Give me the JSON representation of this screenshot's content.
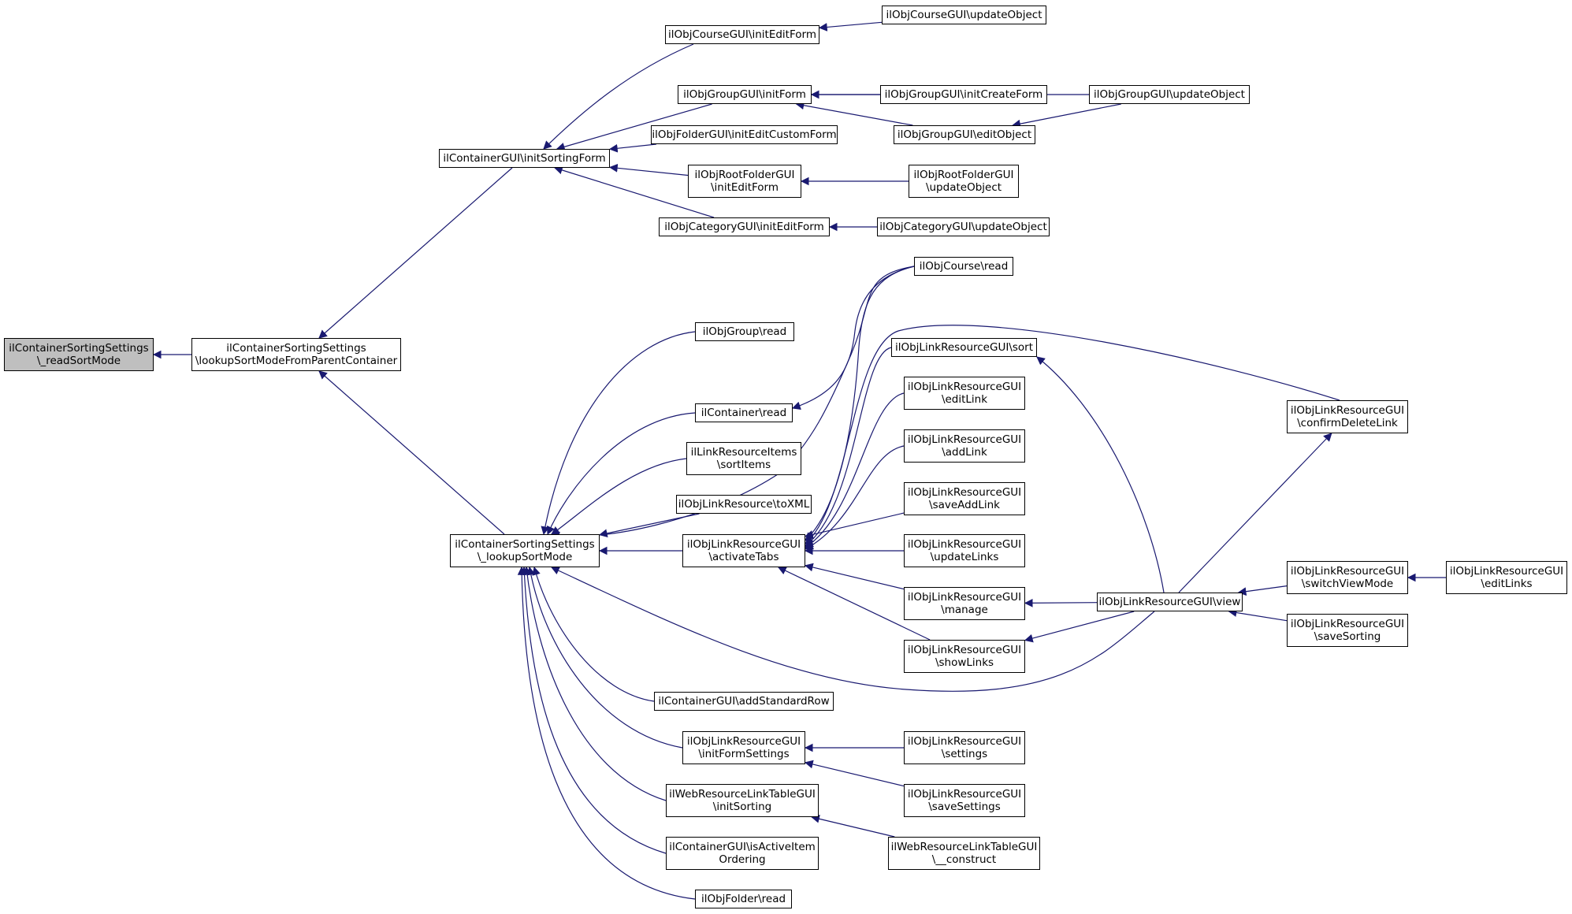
{
  "diagram": {
    "nodes": [
      {
        "id": "n_readsort",
        "lines": [
          "ilContainerSortingSettings",
          "\\_readSortMode"
        ],
        "current": true
      },
      {
        "id": "n_lookupparent",
        "lines": [
          "ilContainerSortingSettings",
          "\\lookupSortModeFromParentContainer"
        ]
      },
      {
        "id": "n_initsorting",
        "lines": [
          "ilContainerGUI\\initSortingForm"
        ]
      },
      {
        "id": "n_lookupsort",
        "lines": [
          "ilContainerSortingSettings",
          "\\_lookupSortMode"
        ]
      },
      {
        "id": "n_course_initedit",
        "lines": [
          "ilObjCourseGUI\\initEditForm"
        ]
      },
      {
        "id": "n_course_update",
        "lines": [
          "ilObjCourseGUI\\updateObject"
        ]
      },
      {
        "id": "n_group_initform",
        "lines": [
          "ilObjGroupGUI\\initForm"
        ]
      },
      {
        "id": "n_group_create",
        "lines": [
          "ilObjGroupGUI\\initCreateForm"
        ]
      },
      {
        "id": "n_group_update",
        "lines": [
          "ilObjGroupGUI\\updateObject"
        ]
      },
      {
        "id": "n_folder_custom",
        "lines": [
          "ilObjFolderGUI\\initEditCustomForm"
        ]
      },
      {
        "id": "n_group_edit",
        "lines": [
          "ilObjGroupGUI\\editObject"
        ]
      },
      {
        "id": "n_rootfolder_initedit",
        "lines": [
          "ilObjRootFolderGUI",
          "\\initEditForm"
        ]
      },
      {
        "id": "n_rootfolder_update",
        "lines": [
          "ilObjRootFolderGUI",
          "\\updateObject"
        ]
      },
      {
        "id": "n_category_initedit",
        "lines": [
          "ilObjCategoryGUI\\initEditForm"
        ]
      },
      {
        "id": "n_category_update",
        "lines": [
          "ilObjCategoryGUI\\updateObject"
        ]
      },
      {
        "id": "n_course_read",
        "lines": [
          "ilObjCourse\\read"
        ]
      },
      {
        "id": "n_group_read",
        "lines": [
          "ilObjGroup\\read"
        ]
      },
      {
        "id": "n_container_read",
        "lines": [
          "ilContainer\\read"
        ]
      },
      {
        "id": "n_lri_sortitems",
        "lines": [
          "ilLinkResourceItems",
          "\\sortItems"
        ]
      },
      {
        "id": "n_lr_toxml",
        "lines": [
          "ilObjLinkResource\\toXML"
        ]
      },
      {
        "id": "n_lrgui_activatetabs",
        "lines": [
          "ilObjLinkResourceGUI",
          "\\activateTabs"
        ]
      },
      {
        "id": "n_lrgui_sort",
        "lines": [
          "ilObjLinkResourceGUI\\sort"
        ]
      },
      {
        "id": "n_lrgui_editlink",
        "lines": [
          "ilObjLinkResourceGUI",
          "\\editLink"
        ]
      },
      {
        "id": "n_lrgui_addlink",
        "lines": [
          "ilObjLinkResourceGUI",
          "\\addLink"
        ]
      },
      {
        "id": "n_lrgui_saveaddlink",
        "lines": [
          "ilObjLinkResourceGUI",
          "\\saveAddLink"
        ]
      },
      {
        "id": "n_lrgui_updatelinks",
        "lines": [
          "ilObjLinkResourceGUI",
          "\\updateLinks"
        ]
      },
      {
        "id": "n_lrgui_manage",
        "lines": [
          "ilObjLinkResourceGUI",
          "\\manage"
        ]
      },
      {
        "id": "n_lrgui_showlinks",
        "lines": [
          "ilObjLinkResourceGUI",
          "\\showLinks"
        ]
      },
      {
        "id": "n_lrgui_view",
        "lines": [
          "ilObjLinkResourceGUI\\view"
        ]
      },
      {
        "id": "n_lrgui_confirmdelete",
        "lines": [
          "ilObjLinkResourceGUI",
          "\\confirmDeleteLink"
        ]
      },
      {
        "id": "n_lrgui_switchview",
        "lines": [
          "ilObjLinkResourceGUI",
          "\\switchViewMode"
        ]
      },
      {
        "id": "n_lrgui_editlinks",
        "lines": [
          "ilObjLinkResourceGUI",
          "\\editLinks"
        ]
      },
      {
        "id": "n_lrgui_savesorting",
        "lines": [
          "ilObjLinkResourceGUI",
          "\\saveSorting"
        ]
      },
      {
        "id": "n_container_addrow",
        "lines": [
          "ilContainerGUI\\addStandardRow"
        ]
      },
      {
        "id": "n_lrgui_initformsettings",
        "lines": [
          "ilObjLinkResourceGUI",
          "\\initFormSettings"
        ]
      },
      {
        "id": "n_lrgui_settings",
        "lines": [
          "ilObjLinkResourceGUI",
          "\\settings"
        ]
      },
      {
        "id": "n_lrgui_savesettings",
        "lines": [
          "ilObjLinkResourceGUI",
          "\\saveSettings"
        ]
      },
      {
        "id": "n_wrltg_initsorting",
        "lines": [
          "ilWebResourceLinkTableGUI",
          "\\initSorting"
        ]
      },
      {
        "id": "n_wrltg_construct",
        "lines": [
          "ilWebResourceLinkTableGUI",
          "\\__construct"
        ]
      },
      {
        "id": "n_container_isactive",
        "lines": [
          "ilContainerGUI\\isActiveItem",
          "Ordering"
        ]
      },
      {
        "id": "n_folder_read",
        "lines": [
          "ilObjFolder\\read"
        ]
      }
    ],
    "edges": [
      {
        "from": "n_lookupparent",
        "to": "n_readsort"
      },
      {
        "from": "n_initsorting",
        "to": "n_lookupparent"
      },
      {
        "from": "n_lookupsort",
        "to": "n_lookupparent"
      },
      {
        "from": "n_course_initedit",
        "to": "n_initsorting"
      },
      {
        "from": "n_group_initform",
        "to": "n_initsorting"
      },
      {
        "from": "n_folder_custom",
        "to": "n_initsorting"
      },
      {
        "from": "n_rootfolder_initedit",
        "to": "n_initsorting"
      },
      {
        "from": "n_category_initedit",
        "to": "n_initsorting"
      },
      {
        "from": "n_course_update",
        "to": "n_course_initedit"
      },
      {
        "from": "n_group_update",
        "to": "n_group_initform"
      },
      {
        "from": "n_group_create",
        "to": "n_group_initform"
      },
      {
        "from": "n_group_edit",
        "to": "n_group_initform"
      },
      {
        "from": "n_group_update",
        "to": "n_group_edit"
      },
      {
        "from": "n_rootfolder_update",
        "to": "n_rootfolder_initedit"
      },
      {
        "from": "n_category_update",
        "to": "n_category_initedit"
      },
      {
        "from": "n_course_read",
        "to": "n_lookupsort"
      },
      {
        "from": "n_group_read",
        "to": "n_lookupsort"
      },
      {
        "from": "n_container_read",
        "to": "n_lookupsort"
      },
      {
        "from": "n_lri_sortitems",
        "to": "n_lookupsort"
      },
      {
        "from": "n_lr_toxml",
        "to": "n_lookupsort"
      },
      {
        "from": "n_lrgui_activatetabs",
        "to": "n_lookupsort"
      },
      {
        "from": "n_container_addrow",
        "to": "n_lookupsort"
      },
      {
        "from": "n_lrgui_initformsettings",
        "to": "n_lookupsort"
      },
      {
        "from": "n_wrltg_initsorting",
        "to": "n_lookupsort"
      },
      {
        "from": "n_container_isactive",
        "to": "n_lookupsort"
      },
      {
        "from": "n_folder_read",
        "to": "n_lookupsort"
      },
      {
        "from": "n_lrgui_view",
        "to": "n_lookupsort"
      },
      {
        "from": "n_course_read",
        "to": "n_container_read"
      },
      {
        "from": "n_course_read",
        "to": "n_lrgui_activatetabs"
      },
      {
        "from": "n_lrgui_confirmdelete",
        "to": "n_lrgui_activatetabs"
      },
      {
        "from": "n_lrgui_sort",
        "to": "n_lrgui_activatetabs"
      },
      {
        "from": "n_lrgui_editlink",
        "to": "n_lrgui_activatetabs"
      },
      {
        "from": "n_lrgui_addlink",
        "to": "n_lrgui_activatetabs"
      },
      {
        "from": "n_lrgui_saveaddlink",
        "to": "n_lrgui_activatetabs"
      },
      {
        "from": "n_lrgui_updatelinks",
        "to": "n_lrgui_activatetabs"
      },
      {
        "from": "n_lrgui_manage",
        "to": "n_lrgui_activatetabs"
      },
      {
        "from": "n_lrgui_showlinks",
        "to": "n_lrgui_activatetabs"
      },
      {
        "from": "n_lrgui_view",
        "to": "n_lrgui_sort"
      },
      {
        "from": "n_lrgui_view",
        "to": "n_lrgui_manage"
      },
      {
        "from": "n_lrgui_view",
        "to": "n_lrgui_showlinks"
      },
      {
        "from": "n_lrgui_view",
        "to": "n_lrgui_confirmdelete"
      },
      {
        "from": "n_lrgui_switchview",
        "to": "n_lrgui_view"
      },
      {
        "from": "n_lrgui_savesorting",
        "to": "n_lrgui_view"
      },
      {
        "from": "n_lrgui_editlinks",
        "to": "n_lrgui_switchview"
      },
      {
        "from": "n_lrgui_settings",
        "to": "n_lrgui_initformsettings"
      },
      {
        "from": "n_lrgui_savesettings",
        "to": "n_lrgui_initformsettings"
      },
      {
        "from": "n_wrltg_construct",
        "to": "n_wrltg_initsorting"
      }
    ]
  },
  "colors": {
    "edge": "#191970",
    "node_border": "#000000",
    "node_fill": "#ffffff",
    "current_fill": "#bfbfbf"
  }
}
